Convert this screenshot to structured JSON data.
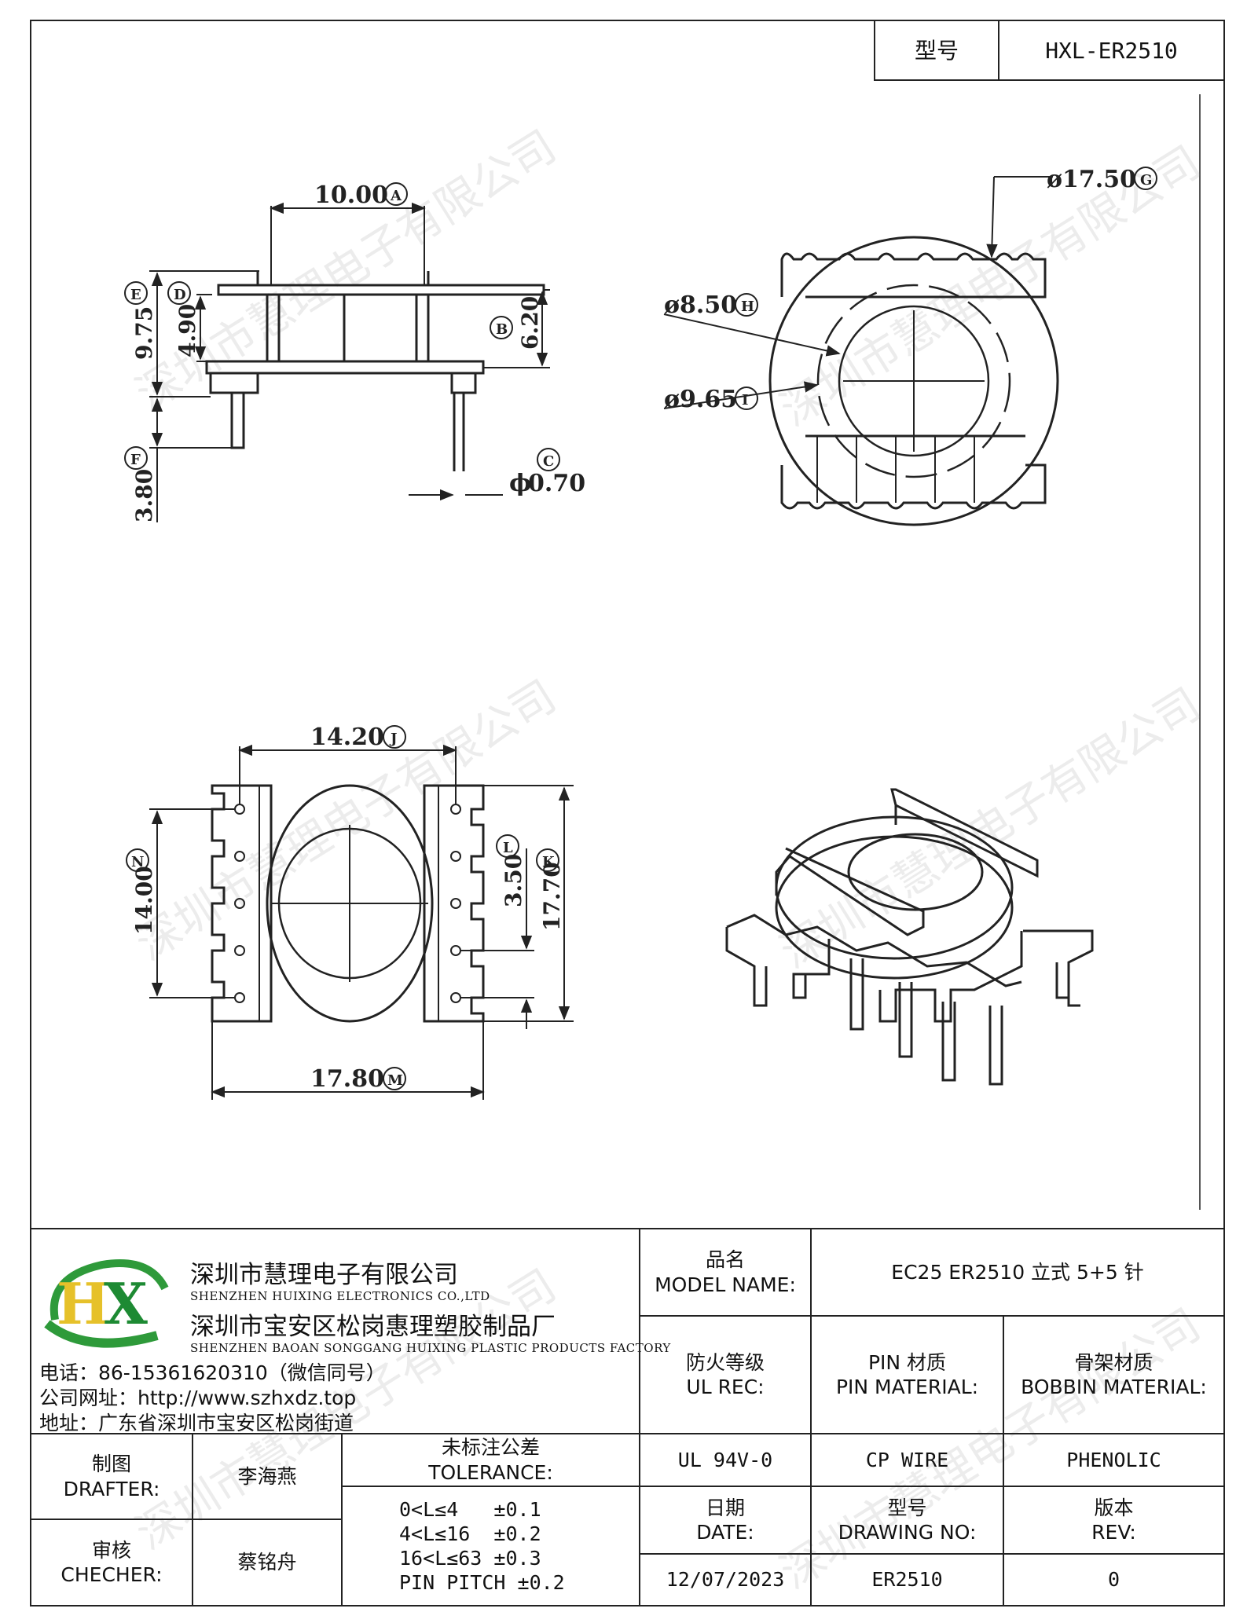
{
  "header": {
    "model_label": "型号",
    "model_value": "HXL-ER2510"
  },
  "drawing": {
    "dims": {
      "A": "10.00",
      "B": "6.20",
      "C": "0.70",
      "D": "4.90",
      "E": "9.75",
      "F": "3.80",
      "G": "17.50",
      "H": "8.50",
      "I": "9.65",
      "J": "14.20",
      "K": "17.70",
      "L": "3.50",
      "M": "17.80",
      "N": "14.00"
    },
    "letters": {
      "A": "A",
      "B": "B",
      "C": "C",
      "D": "D",
      "E": "E",
      "F": "F",
      "G": "G",
      "H": "H",
      "I": "I",
      "J": "J",
      "K": "K",
      "L": "L",
      "M": "M",
      "N": "N"
    },
    "phi_c": "ϕ",
    "phi": "ø"
  },
  "watermark": "深圳市慧理电子有限公司",
  "company": {
    "name_cn": "深圳市慧理电子有限公司",
    "name_en": "SHENZHEN HUIXING ELECTRONICS CO.,LTD",
    "factory_cn": "深圳市宝安区松岗惠理塑胶制品厂",
    "factory_en": "SHENZHEN BAOAN SONGGANG HUIXING PLASTIC PRODUCTS FACTORY",
    "phone": "电话：86-15361620310（微信同号）",
    "website": "公司网址：http://www.szhxdz.top",
    "address": "地址：广东省深圳市宝安区松岗街道",
    "logo_h": "H",
    "logo_x": "X"
  },
  "title_block": {
    "model_name_cn": "品名",
    "model_name_en": "MODEL NAME:",
    "model_name_value": "EC25 ER2510 立式 5+5 针",
    "ul_cn": "防火等级",
    "ul_en": "UL REC:",
    "pin_cn": "PIN 材质",
    "pin_en": "PIN MATERIAL:",
    "bobbin_cn": "骨架材质",
    "bobbin_en": "BOBBIN MATERIAL:",
    "ul_value": "UL 94V-0",
    "pin_value": "CP WIRE",
    "bobbin_value": "PHENOLIC",
    "drafter_cn": "制图",
    "drafter_en": "DRAFTER:",
    "drafter_name": "李海燕",
    "checker_cn": "审核",
    "checker_en": "CHECHER:",
    "checker_name": "蔡铭舟",
    "tol_cn": "未标注公差",
    "tol_en": "TOLERANCE:",
    "tol_lines": [
      "0<L≤4   ±0.1",
      "4<L≤16  ±0.2",
      "16<L≤63 ±0.3",
      "PIN PITCH ±0.2"
    ],
    "date_cn": "日期",
    "date_en": "DATE:",
    "drawing_no_cn": "型号",
    "drawing_no_en": "DRAWING NO:",
    "rev_cn": "版本",
    "rev_en": "REV:",
    "date_value": "12/07/2023",
    "drawing_no_value": "ER2510",
    "rev_value": "0"
  }
}
